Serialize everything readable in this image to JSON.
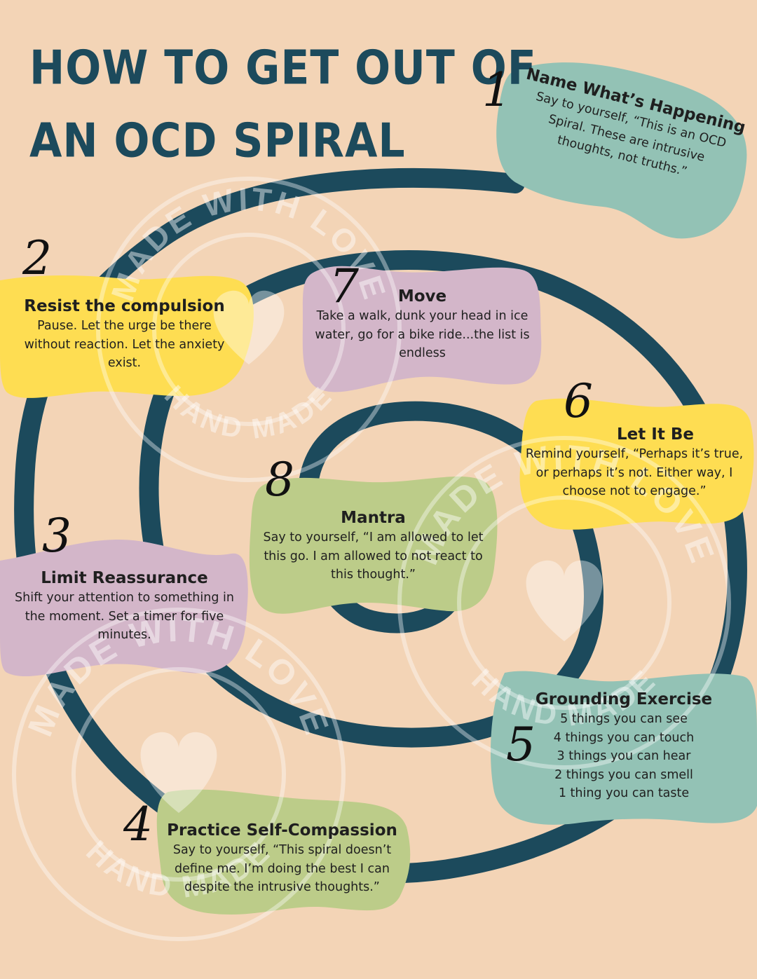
{
  "title": {
    "line1": "HOW TO GET OUT OF",
    "line2": "AN OCD SPIRAL"
  },
  "colors": {
    "background": "#f3d4b6",
    "spiral": "#1c4a5c",
    "teal": "#93c2b5",
    "yellow": "#fedd52",
    "lavender": "#d3b6c9",
    "green": "#bccc89",
    "watermark": "#ffffff"
  },
  "watermark": {
    "text": "MADE WITH LOVE",
    "sub_text": "HAND MADE",
    "icon": "heart-icon"
  },
  "steps": [
    {
      "number": "1",
      "heading": "Name What’s Happening",
      "body": [
        "Say to yourself, “This is an OCD",
        "Spiral. These are intrusive",
        "thoughts, not truths.”"
      ],
      "color": "teal"
    },
    {
      "number": "2",
      "heading": "Resist the compulsion",
      "body": [
        "Pause. Let the urge be there",
        "without reaction. Let the anxiety",
        "exist."
      ],
      "color": "yellow"
    },
    {
      "number": "3",
      "heading": "Limit Reassurance",
      "body": [
        "Shift your attention to something in",
        "the moment. Set a timer for five",
        "minutes."
      ],
      "color": "lavender"
    },
    {
      "number": "4",
      "heading": "Practice Self-Compassion",
      "body": [
        "Say to yourself, “This spiral doesn’t",
        "define me. I’m doing the best I can",
        "despite the intrusive thoughts.”"
      ],
      "color": "green"
    },
    {
      "number": "5",
      "heading": "Grounding Exercise",
      "body": [
        "5 things you can see",
        "4 things you can touch",
        "3 things you can hear",
        "2 things you can smell",
        "1 thing you can taste"
      ],
      "color": "teal"
    },
    {
      "number": "6",
      "heading": "Let It Be",
      "body": [
        "Remind yourself, “Perhaps it’s true,",
        "or perhaps it’s not. Either way, I",
        "choose not to engage.”"
      ],
      "color": "yellow"
    },
    {
      "number": "7",
      "heading": "Move",
      "body": [
        "Take a walk, dunk your head in ice",
        "water, go for a bike ride...the list is",
        "endless"
      ],
      "color": "lavender"
    },
    {
      "number": "8",
      "heading": "Mantra",
      "body": [
        "Say to yourself, “I am allowed to let",
        "this go. I am allowed to not react to",
        "this thought.”"
      ],
      "color": "green"
    }
  ]
}
